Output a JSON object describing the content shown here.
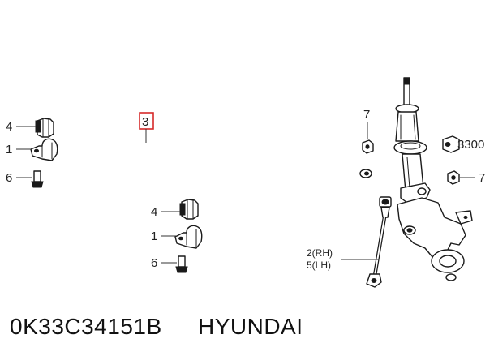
{
  "callouts": {
    "bar": "3",
    "upper_bushing": "4",
    "upper_clamp": "1",
    "upper_bolt": "6",
    "lower_bushing": "4",
    "lower_clamp": "1",
    "lower_bolt": "6",
    "top_nut": "7",
    "strut_nut": "7",
    "strut_part": "3300",
    "link_rh": "2(RH)",
    "link_lh": "5(LH)"
  },
  "caption": {
    "part_number": "0K33C34151B",
    "brand": "HYUNDAI"
  },
  "colors": {
    "highlight": "#d62a2a",
    "line": "#1a1a1a",
    "background": "#ffffff"
  }
}
